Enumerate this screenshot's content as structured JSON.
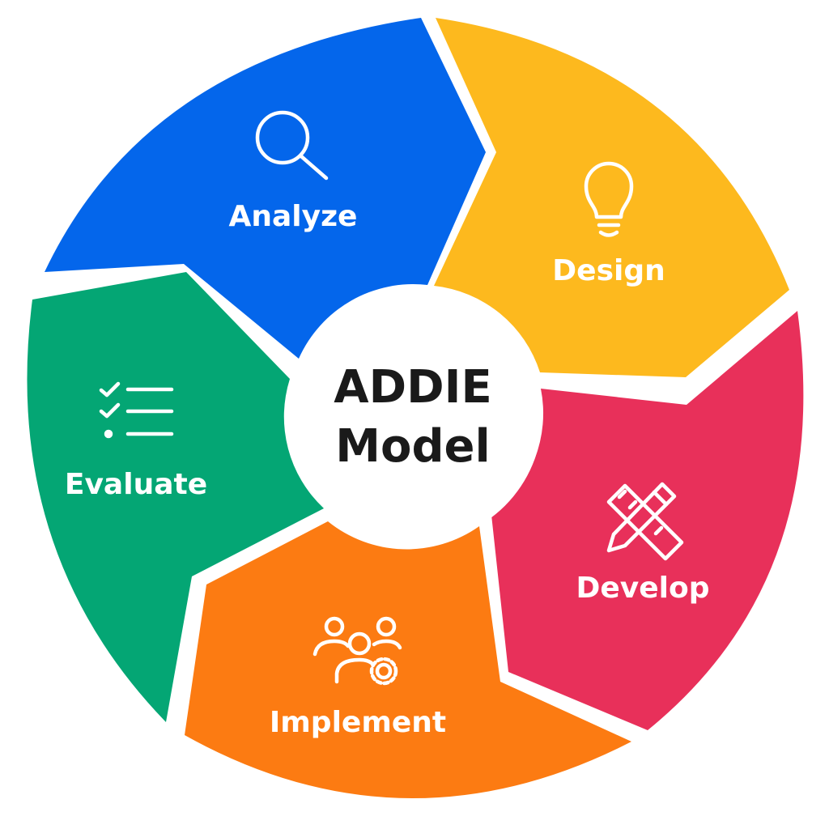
{
  "center": {
    "line1": "ADDIE",
    "line2": "Model"
  },
  "segments": [
    {
      "label": "Analyze",
      "color": "#0466EB",
      "icon": "magnifier-icon"
    },
    {
      "label": "Design",
      "color": "#FDB91E",
      "icon": "lightbulb-icon"
    },
    {
      "label": "Develop",
      "color": "#E8305A",
      "icon": "pencil-ruler-icon"
    },
    {
      "label": "Implement",
      "color": "#FC7B12",
      "icon": "team-gear-icon"
    },
    {
      "label": "Evaluate",
      "color": "#04A674",
      "icon": "checklist-icon"
    }
  ]
}
